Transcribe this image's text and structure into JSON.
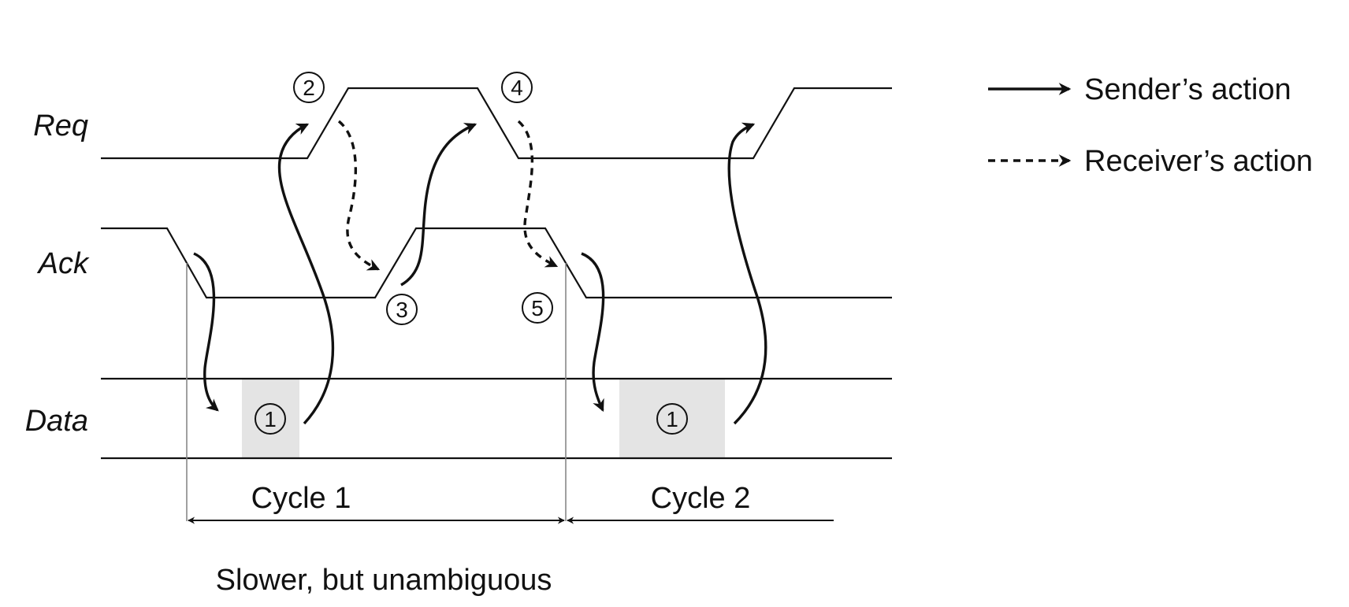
{
  "signals": {
    "req": "Req",
    "ack": "Ack",
    "data": "Data"
  },
  "steps": {
    "s1": "1",
    "s2": "2",
    "s3": "3",
    "s4": "4",
    "s5": "5"
  },
  "cycles": {
    "c1": "Cycle 1",
    "c2": "Cycle 2"
  },
  "caption": "Slower, but unambiguous",
  "legend": {
    "sender": "Sender’s action",
    "receiver": "Receiver’s action"
  }
}
